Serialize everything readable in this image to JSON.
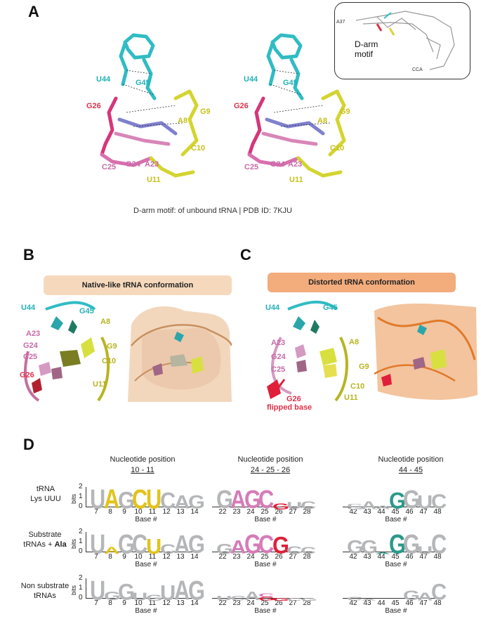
{
  "panels": {
    "a": "A",
    "b": "B",
    "c": "C",
    "d": "D"
  },
  "panel_a": {
    "labels_left": [
      "U44",
      "G45",
      "G26",
      "G9",
      "A8",
      "C10",
      "C25",
      "G24",
      "A23",
      "U11"
    ],
    "caption": "D-arm motif: of unbound tRNA | PDB ID: 7KJU",
    "inset_label": "D-arm\nmotif",
    "inset_label_1": "D-arm",
    "inset_label_2": "motif",
    "inset_a37": "A37",
    "inset_cca": "CCA"
  },
  "panel_b": {
    "banner": "Native-like tRNA conformation",
    "labels": {
      "u44": "U44",
      "g45": "G45",
      "a8": "A8",
      "a23": "A23",
      "g9": "G9",
      "g24": "G24",
      "c25": "C25",
      "c10": "C10",
      "g26": "G26",
      "u11": "U11"
    }
  },
  "panel_c": {
    "banner": "Distorted tRNA conformation",
    "labels": {
      "u44": "U44",
      "g45": "G45",
      "a23": "A23",
      "a8": "A8",
      "g24": "G24",
      "g9": "G9",
      "c25": "C25",
      "c10": "C10",
      "g26": "G26",
      "flipped": "flipped base",
      "u11": "U11"
    }
  },
  "panel_d": {
    "col_title": "Nucleotide position",
    "col_ranges": [
      "10 - 11",
      "24 - 25 - 26",
      "44 - 45"
    ],
    "row_labels": [
      [
        "tRNA",
        "Lys UUU"
      ],
      [
        "Substrate",
        "tRNAs + "
      ],
      [
        "Non substrate",
        "tRNAs"
      ]
    ],
    "ala": "Ala",
    "bits_label": "bits",
    "yticks": [
      "2",
      "1",
      "0"
    ],
    "x_axis_label": "Base #",
    "base_groups": [
      [
        "7",
        "8",
        "9",
        "10",
        "11",
        "12",
        "13",
        "14"
      ],
      [
        "22",
        "23",
        "24",
        "25",
        "26",
        "27",
        "28"
      ],
      [
        "42",
        "43",
        "44",
        "45",
        "46",
        "47",
        "48"
      ]
    ],
    "colors": {
      "grey": "#b4b6b8",
      "yellow": "#e2c31a",
      "pink": "#d67cb7",
      "red": "#e0203a",
      "teal": "#2a9a8a"
    }
  }
}
